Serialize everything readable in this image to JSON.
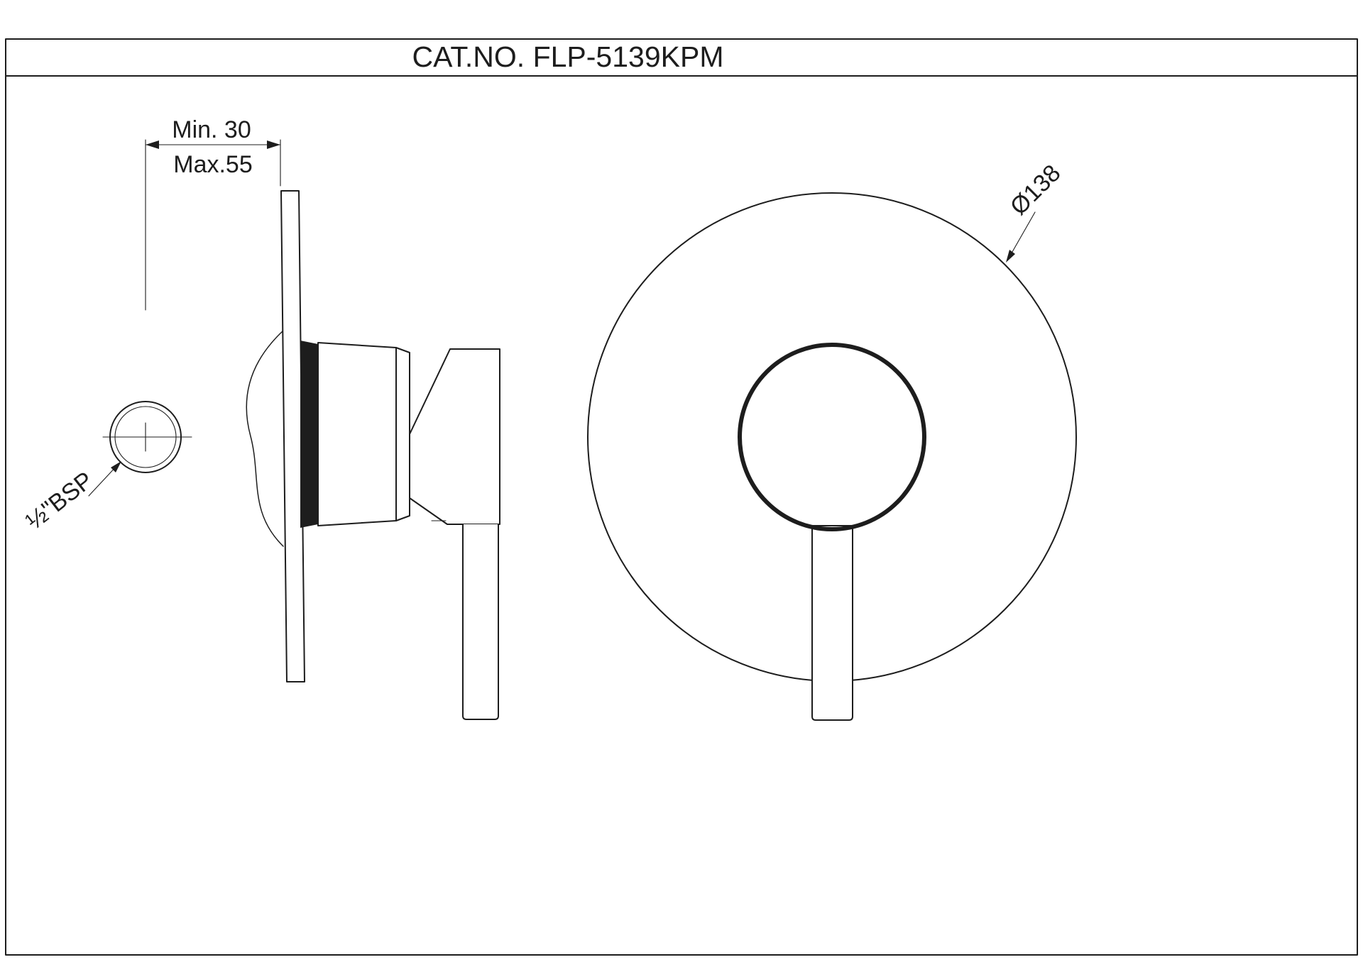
{
  "colors": {
    "line": "#1d1d1d",
    "background": "#ffffff"
  },
  "title_block": {
    "catalog_number": "CAT.NO. FLP-5139KPM"
  },
  "side_view": {
    "dimension_min_label": "Min. 30",
    "dimension_max_label": "Max.55",
    "inlet_thread_label": "½\"BSP"
  },
  "front_view": {
    "escutcheon_diameter_label": "Ø138"
  }
}
